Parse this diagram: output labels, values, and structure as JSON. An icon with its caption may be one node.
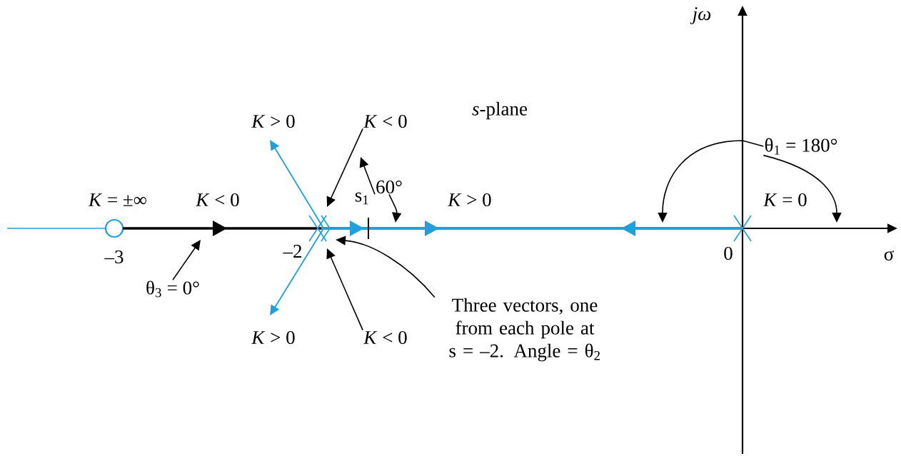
{
  "diagram": {
    "nodes": [
      {
        "text": [
          "θ$_{3}$ = 0°"
        ]
      },
      {
        "text": [
          "*K* < 0"
        ]
      },
      {
        "text": [
          "*K* < 0"
        ]
      },
      {
        "text": [
          "Three vectors, one from each pole at s = –2. Angle = θ$_{2}$"
        ]
      },
      {
        "text": [
          "60°"
        ]
      },
      {
        "text": [
          "θ$_{1}$ = 180°"
        ]
      }
    ],
    "edges": [
      {
        "from": 0,
        "to": null,
        "arrow": "to"
      },
      {
        "from": 1,
        "to": null,
        "arrow": "to"
      },
      {
        "from": 2,
        "to": null,
        "arrow": "to"
      },
      {
        "from": 3,
        "to": null,
        "arrow": "to"
      },
      {
        "from": 4,
        "to": null,
        "arrow": "to"
      },
      {
        "from": 4,
        "to": null,
        "arrow": "to"
      },
      {
        "from": 5,
        "to": null,
        "arrow": "to"
      },
      {
        "from": 5,
        "to": null,
        "arrow": "to"
      }
    ],
    "labels": [
      "jω",
      "*s*-plane",
      "*K* > 0",
      "*K* = ±∞",
      "*K* < 0",
      "s$_{1}$",
      "*K* > 0",
      "*K* = 0",
      "–3",
      "–2",
      "0",
      "σ",
      "*K* > 0"
    ]
  }
}
